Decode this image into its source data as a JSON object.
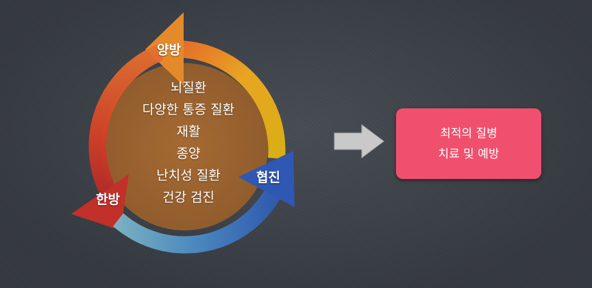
{
  "cycle": {
    "segments": [
      {
        "label": "양방",
        "color": "#e8a023"
      },
      {
        "label": "한방",
        "color": "#d8402a"
      },
      {
        "label": "협진",
        "color": "#3a63b8"
      }
    ],
    "center_items": [
      "뇌질환",
      "다양한 통증 질환",
      "재활",
      "종양",
      "난치성 질환",
      "건강 검진"
    ],
    "center_fill": "#9a6330"
  },
  "flow_arrow": {
    "color": "#c9c9c9"
  },
  "result": {
    "line1": "최적의 질병",
    "line2": "치료 및 예방",
    "color": "#f0506e"
  }
}
